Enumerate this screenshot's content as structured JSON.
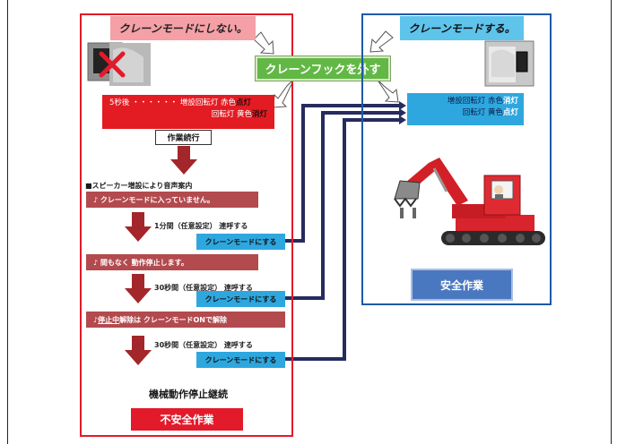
{
  "left_panel": {
    "header": "クレーンモードにしない。",
    "alarm_line1": "5秒後 ・・・・・・ 増設回転灯  赤色",
    "alarm_line1_state": "点灯",
    "alarm_line2": "回転灯  黄色",
    "alarm_line2_state": "消灯",
    "continue_label": "作業続行",
    "speaker_note": "■スピーカー増設により音声案内",
    "announcements": [
      {
        "text": "♪  クレーンモードに入っていません。"
      },
      {
        "text": "♪  間もなく  動作停止します。"
      },
      {
        "prefix": "♪  ",
        "underlined": "停止中",
        "text": "  解除は  クレーンモードONで解除"
      }
    ],
    "calls": [
      "1分間（任意設定）  連呼する",
      "30秒間（任意設定）  連呼する",
      "30秒間（任意設定）  連呼する"
    ],
    "crane_mode_button": "クレーンモードにする",
    "final_state": "機械動作停止継続",
    "verdict": "不安全作業"
  },
  "center": {
    "hook_label": "クレーンフックを外す"
  },
  "right_panel": {
    "header": "クレーンモードする。",
    "alarm_line1": "増設回転灯  赤色",
    "alarm_line1_state": "消灯",
    "alarm_line2": "回転灯  黄色",
    "alarm_line2_state": "点灯",
    "verdict": "安全作業"
  },
  "colors": {
    "left_border": "#e21a2a",
    "right_border": "#1e5aa8",
    "hook_green": "#62b845",
    "arrow_red": "#a3262a",
    "connector_navy": "#262b5e",
    "info_blue": "#2ea7df"
  },
  "icons": [
    "x-mark-icon",
    "down-arrow-icon",
    "hollow-arrow-icon",
    "excavator-icon"
  ]
}
